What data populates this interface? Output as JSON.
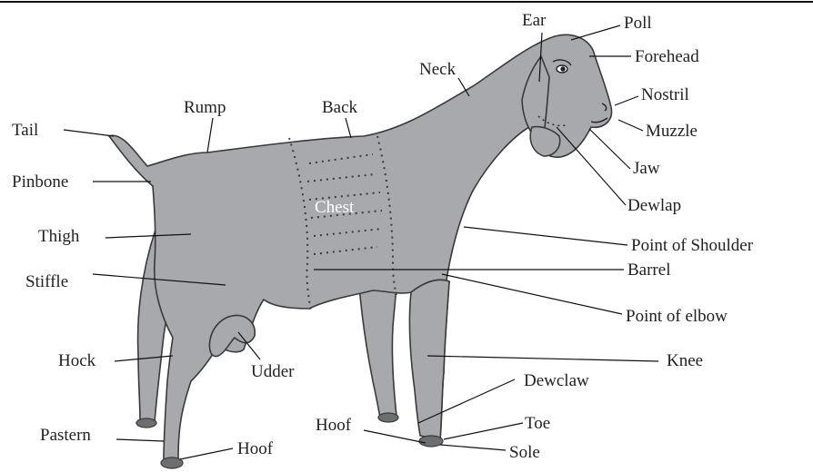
{
  "colors": {
    "body": "#a7a9ac",
    "outline": "#3a3a3a",
    "hoof": "#6d6e70",
    "leader": "#111111",
    "text": "#222222",
    "chest_label": "#ffffff"
  },
  "labels": {
    "ear": "Ear",
    "poll": "Poll",
    "forehead": "Forehead",
    "neck": "Neck",
    "nostril": "Nostril",
    "muzzle": "Muzzle",
    "rump": "Rump",
    "back": "Back",
    "tail": "Tail",
    "jaw": "Jaw",
    "pinbone": "Pinbone",
    "chest": "Chest",
    "dewlap": "Dewlap",
    "thigh": "Thigh",
    "point_of_shoulder": "Point of Shoulder",
    "barrel": "Barrel",
    "stiffle": "Stiffle",
    "point_of_elbow": "Point of elbow",
    "hock": "Hock",
    "udder": "Udder",
    "knee": "Knee",
    "dewclaw": "Dewclaw",
    "hoof_front": "Hoof",
    "toe": "Toe",
    "pastern": "Pastern",
    "hoof_rear": "Hoof",
    "sole": "Sole"
  }
}
